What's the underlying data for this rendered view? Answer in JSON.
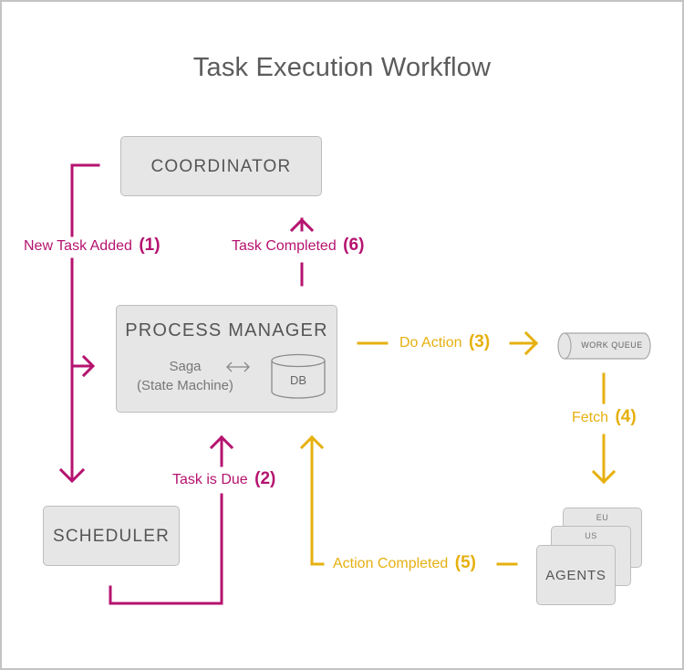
{
  "title": "Task Execution Workflow",
  "nodes": {
    "coordinator": "COORDINATOR",
    "process_manager": "PROCESS MANAGER",
    "saga_line1": "Saga",
    "saga_line2": "(State Machine)",
    "db": "DB",
    "scheduler": "SCHEDULER",
    "work_queue": "WORK QUEUE",
    "agents": "AGENTS",
    "agent_eu": "EU",
    "agent_us": "US"
  },
  "edges": {
    "new_task_added": {
      "text": "New Task Added",
      "num": "(1)"
    },
    "task_is_due": {
      "text": "Task is Due",
      "num": "(2)"
    },
    "do_action": {
      "text": "Do Action",
      "num": "(3)"
    },
    "fetch": {
      "text": "Fetch",
      "num": "(4)"
    },
    "action_completed": {
      "text": "Action Completed",
      "num": "(5)"
    },
    "task_completed": {
      "text": "Task Completed",
      "num": "(6)"
    }
  },
  "colors": {
    "magenta": "#b5136f",
    "gold": "#e6b00f",
    "box_fill": "#e6e6e6",
    "box_text": "#555555"
  }
}
